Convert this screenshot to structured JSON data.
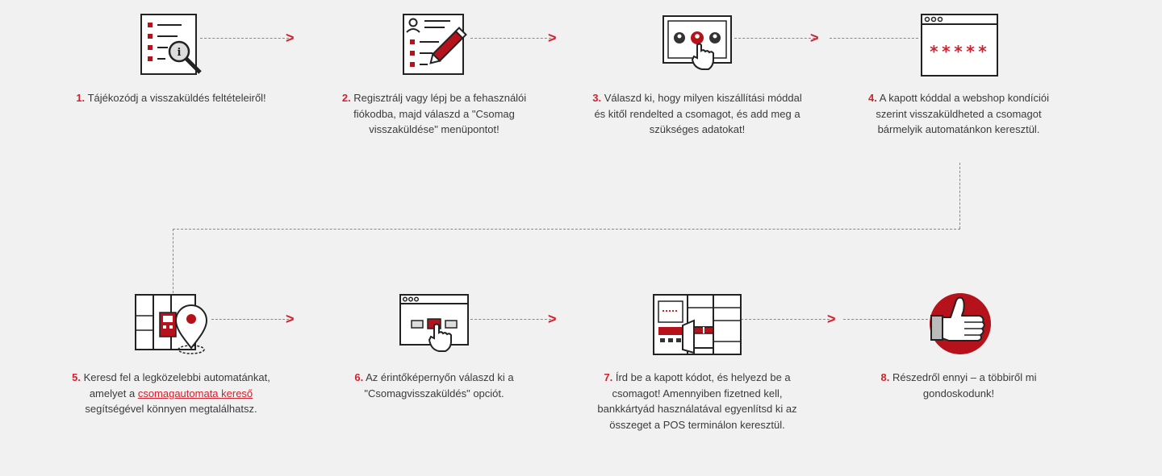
{
  "steps": [
    {
      "num": "1.",
      "text": "Tájékozódj a visszaküldés feltételeiről!"
    },
    {
      "num": "2.",
      "text": "Regisztrálj vagy lépj be a fehasználói fiókodba, majd válaszd a \"Csomag visszaküldése\" menüpontot!"
    },
    {
      "num": "3.",
      "text": "Válaszd ki, hogy milyen kiszállítási móddal és kitől rendelted a csomagot, és add meg a szükséges adatokat!"
    },
    {
      "num": "4.",
      "text": "A kapott kóddal a webshop kondíciói szerint visszaküldheted a csomagot bármelyik automatánkon keresztül."
    },
    {
      "num": "5.",
      "text_before": "Keresd fel a legközelebbi automatánkat, amelyet a ",
      "link": "csomagautomata kereső",
      "text_after": " segítségével könnyen megtalálhatsz."
    },
    {
      "num": "6.",
      "text": "Az érintőképernyőn válaszd ki a \"Csomagvisszaküldés\" opciót."
    },
    {
      "num": "7.",
      "text": "Írd be a kapott kódot, és helyezd be a csomagot! Amennyiben fizetned kell, bankkártyád használatával egyenlítsd ki az összeget a POS terminálon keresztül."
    },
    {
      "num": "8.",
      "text": "Részedről ennyi – a többiről mi gondoskodunk!"
    }
  ],
  "password_mask": "*****",
  "arrow_glyph": ">",
  "colors": {
    "accent": "#d4202c",
    "text": "#3a3a3a",
    "background": "#f1f1f1",
    "line": "#888888"
  }
}
